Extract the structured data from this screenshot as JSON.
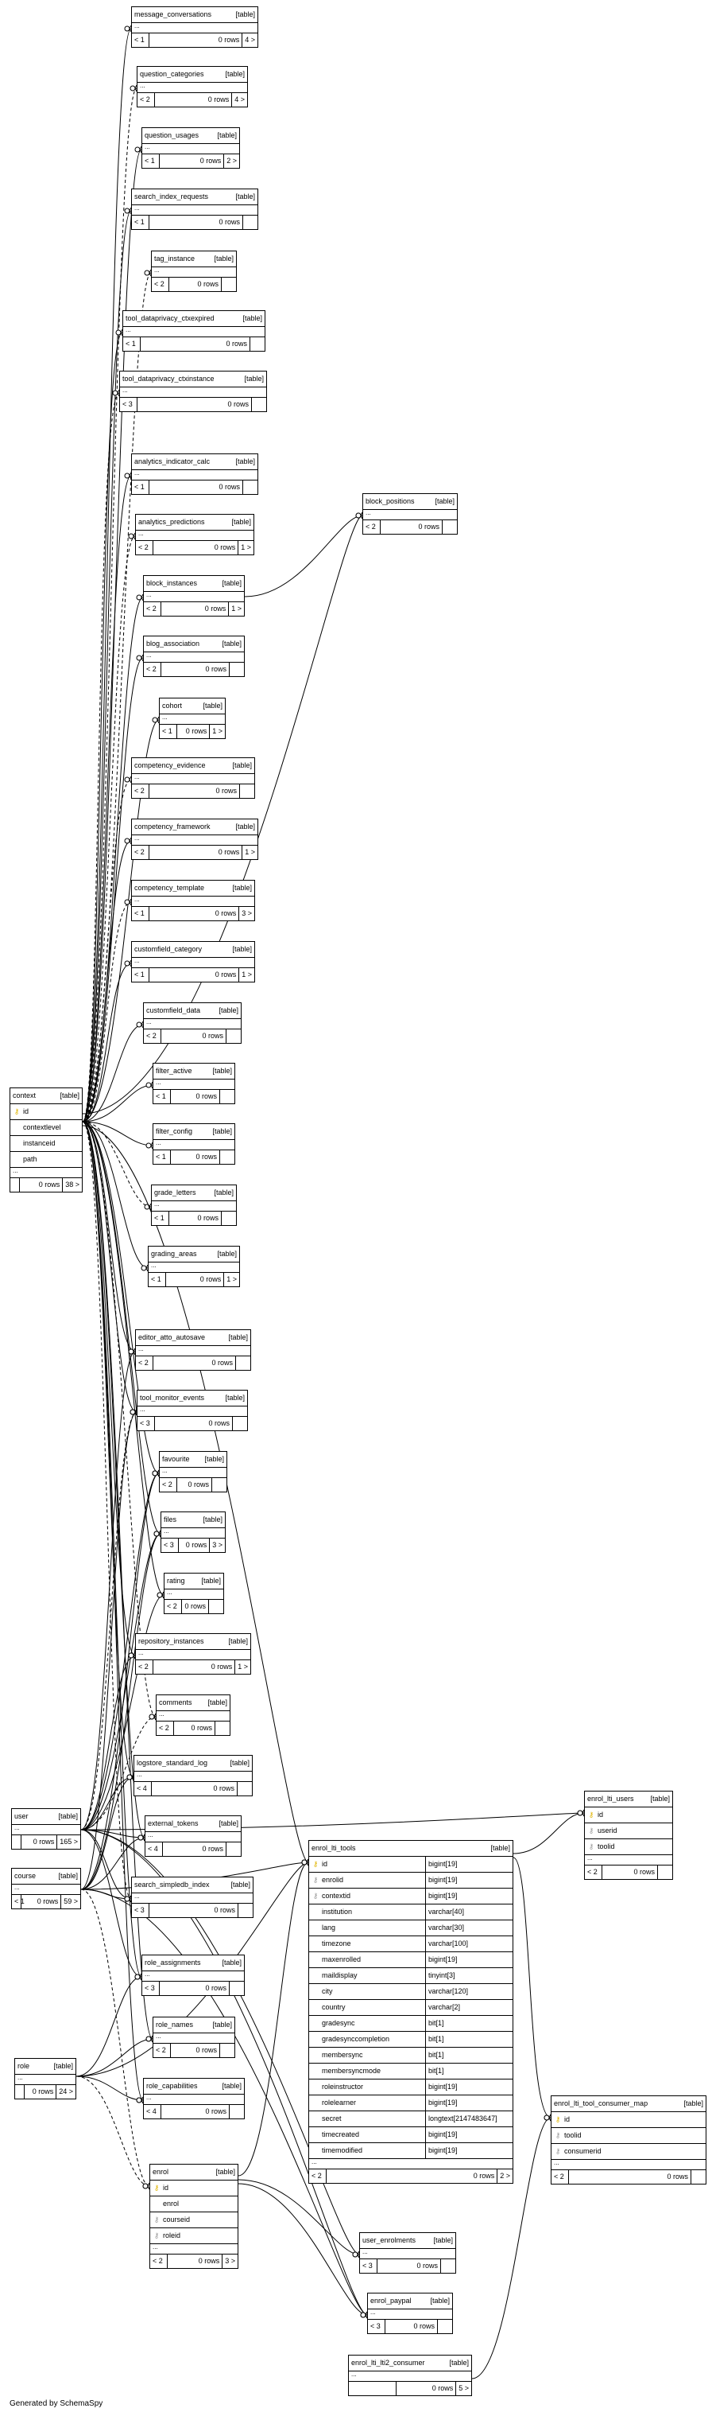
{
  "footer": "Generated by SchemaSpy",
  "tables": [
    {
      "name": "message_conversations",
      "label": "[table]",
      "rows": "0 rows",
      "parents": "< 1",
      "children": "4 >"
    },
    {
      "name": "question_categories",
      "label": "[table]",
      "rows": "0 rows",
      "parents": "< 2",
      "children": "4 >"
    },
    {
      "name": "question_usages",
      "label": "[table]",
      "rows": "0 rows",
      "parents": "< 1",
      "children": "2 >"
    },
    {
      "name": "search_index_requests",
      "label": "[table]",
      "rows": "0 rows",
      "parents": "< 1",
      "children": ""
    },
    {
      "name": "tag_instance",
      "label": "[table]",
      "rows": "0 rows",
      "parents": "< 2",
      "children": ""
    },
    {
      "name": "tool_dataprivacy_ctxexpired",
      "label": "[table]",
      "rows": "0 rows",
      "parents": "< 1",
      "children": ""
    },
    {
      "name": "tool_dataprivacy_ctxinstance",
      "label": "[table]",
      "rows": "0 rows",
      "parents": "< 3",
      "children": ""
    },
    {
      "name": "analytics_indicator_calc",
      "label": "[table]",
      "rows": "0 rows",
      "parents": "< 1",
      "children": ""
    },
    {
      "name": "analytics_predictions",
      "label": "[table]",
      "rows": "0 rows",
      "parents": "< 2",
      "children": "1 >"
    },
    {
      "name": "block_instances",
      "label": "[table]",
      "rows": "0 rows",
      "parents": "< 2",
      "children": "1 >"
    },
    {
      "name": "blog_association",
      "label": "[table]",
      "rows": "0 rows",
      "parents": "< 2",
      "children": ""
    },
    {
      "name": "cohort",
      "label": "[table]",
      "rows": "0 rows",
      "parents": "< 1",
      "children": "1 >"
    },
    {
      "name": "competency_evidence",
      "label": "[table]",
      "rows": "0 rows",
      "parents": "< 2",
      "children": ""
    },
    {
      "name": "competency_framework",
      "label": "[table]",
      "rows": "0 rows",
      "parents": "< 2",
      "children": "1 >"
    },
    {
      "name": "competency_template",
      "label": "[table]",
      "rows": "0 rows",
      "parents": "< 1",
      "children": "3 >"
    },
    {
      "name": "customfield_category",
      "label": "[table]",
      "rows": "0 rows",
      "parents": "< 1",
      "children": "1 >"
    },
    {
      "name": "customfield_data",
      "label": "[table]",
      "rows": "0 rows",
      "parents": "< 2",
      "children": ""
    },
    {
      "name": "filter_active",
      "label": "[table]",
      "rows": "0 rows",
      "parents": "< 1",
      "children": ""
    },
    {
      "name": "filter_config",
      "label": "[table]",
      "rows": "0 rows",
      "parents": "< 1",
      "children": ""
    },
    {
      "name": "grade_letters",
      "label": "[table]",
      "rows": "0 rows",
      "parents": "< 1",
      "children": ""
    },
    {
      "name": "grading_areas",
      "label": "[table]",
      "rows": "0 rows",
      "parents": "< 1",
      "children": "1 >"
    },
    {
      "name": "editor_atto_autosave",
      "label": "[table]",
      "rows": "0 rows",
      "parents": "< 2",
      "children": ""
    },
    {
      "name": "tool_monitor_events",
      "label": "[table]",
      "rows": "0 rows",
      "parents": "< 3",
      "children": ""
    },
    {
      "name": "favourite",
      "label": "[table]",
      "rows": "0 rows",
      "parents": "< 2",
      "children": ""
    },
    {
      "name": "files",
      "label": "[table]",
      "rows": "0 rows",
      "parents": "< 3",
      "children": "3 >"
    },
    {
      "name": "rating",
      "label": "[table]",
      "rows": "0 rows",
      "parents": "< 2",
      "children": ""
    },
    {
      "name": "repository_instances",
      "label": "[table]",
      "rows": "0 rows",
      "parents": "< 2",
      "children": "1 >"
    },
    {
      "name": "comments",
      "label": "[table]",
      "rows": "0 rows",
      "parents": "< 2",
      "children": ""
    },
    {
      "name": "logstore_standard_log",
      "label": "[table]",
      "rows": "0 rows",
      "parents": "< 4",
      "children": ""
    },
    {
      "name": "external_tokens",
      "label": "[table]",
      "rows": "0 rows",
      "parents": "< 4",
      "children": ""
    },
    {
      "name": "search_simpledb_index",
      "label": "[table]",
      "rows": "0 rows",
      "parents": "< 3",
      "children": ""
    },
    {
      "name": "role_assignments",
      "label": "[table]",
      "rows": "0 rows",
      "parents": "< 3",
      "children": ""
    },
    {
      "name": "role_names",
      "label": "[table]",
      "rows": "0 rows",
      "parents": "< 2",
      "children": ""
    },
    {
      "name": "role_capabilities",
      "label": "[table]",
      "rows": "0 rows",
      "parents": "< 4",
      "children": ""
    },
    {
      "name": "block_positions",
      "label": "[table]",
      "rows": "0 rows",
      "parents": "< 2",
      "children": ""
    },
    {
      "name": "user_enrolments",
      "label": "[table]",
      "rows": "0 rows",
      "parents": "< 3",
      "children": ""
    },
    {
      "name": "enrol_paypal",
      "label": "[table]",
      "rows": "0 rows",
      "parents": "< 3",
      "children": ""
    },
    {
      "name": "enrol_lti_lti2_consumer",
      "label": "[table]",
      "rows": "0 rows",
      "parents": "",
      "children": "5 >"
    },
    {
      "name": "context",
      "label": "[table]",
      "rows": "0 rows",
      "parents": "",
      "children": "38 >",
      "columns": [
        {
          "name": "id",
          "key": "pk"
        },
        {
          "name": "contextlevel",
          "key": ""
        },
        {
          "name": "instanceid",
          "key": ""
        },
        {
          "name": "path",
          "key": ""
        }
      ]
    },
    {
      "name": "user",
      "label": "[table]",
      "rows": "0 rows",
      "parents": "",
      "children": "165 >"
    },
    {
      "name": "course",
      "label": "[table]",
      "rows": "0 rows",
      "parents": "< 1",
      "children": "59 >"
    },
    {
      "name": "role",
      "label": "[table]",
      "rows": "0 rows",
      "parents": "",
      "children": "24 >"
    },
    {
      "name": "enrol",
      "label": "[table]",
      "rows": "0 rows",
      "parents": "< 2",
      "children": "3 >",
      "columns": [
        {
          "name": "id",
          "key": "pk"
        },
        {
          "name": "enrol",
          "key": ""
        },
        {
          "name": "courseid",
          "key": "fk"
        },
        {
          "name": "roleid",
          "key": "fk"
        }
      ]
    },
    {
      "name": "enrol_lti_users",
      "label": "[table]",
      "rows": "0 rows",
      "parents": "< 2",
      "children": "",
      "columns": [
        {
          "name": "id",
          "key": "pk"
        },
        {
          "name": "userid",
          "key": "fk"
        },
        {
          "name": "toolid",
          "key": "fk"
        }
      ]
    },
    {
      "name": "enrol_lti_tool_consumer_map",
      "label": "[table]",
      "rows": "0 rows",
      "parents": "< 2",
      "children": "",
      "columns": [
        {
          "name": "id",
          "key": "pk"
        },
        {
          "name": "toolid",
          "key": "fk"
        },
        {
          "name": "consumerid",
          "key": "fk"
        }
      ]
    },
    {
      "name": "enrol_lti_tools",
      "label": "[table]",
      "rows": "0 rows",
      "parents": "< 2",
      "children": "2 >",
      "columns": [
        {
          "name": "id",
          "type": "bigint[19]",
          "key": "pk"
        },
        {
          "name": "enrolid",
          "type": "bigint[19]",
          "key": "fk"
        },
        {
          "name": "contextid",
          "type": "bigint[19]",
          "key": "fk"
        },
        {
          "name": "institution",
          "type": "varchar[40]",
          "key": ""
        },
        {
          "name": "lang",
          "type": "varchar[30]",
          "key": ""
        },
        {
          "name": "timezone",
          "type": "varchar[100]",
          "key": ""
        },
        {
          "name": "maxenrolled",
          "type": "bigint[19]",
          "key": ""
        },
        {
          "name": "maildisplay",
          "type": "tinyint[3]",
          "key": ""
        },
        {
          "name": "city",
          "type": "varchar[120]",
          "key": ""
        },
        {
          "name": "country",
          "type": "varchar[2]",
          "key": ""
        },
        {
          "name": "gradesync",
          "type": "bit[1]",
          "key": ""
        },
        {
          "name": "gradesynccompletion",
          "type": "bit[1]",
          "key": ""
        },
        {
          "name": "membersync",
          "type": "bit[1]",
          "key": ""
        },
        {
          "name": "membersyncmode",
          "type": "bit[1]",
          "key": ""
        },
        {
          "name": "roleinstructor",
          "type": "bigint[19]",
          "key": ""
        },
        {
          "name": "rolelearner",
          "type": "bigint[19]",
          "key": ""
        },
        {
          "name": "secret",
          "type": "longtext[2147483647]",
          "key": ""
        },
        {
          "name": "timecreated",
          "type": "bigint[19]",
          "key": ""
        },
        {
          "name": "timemodified",
          "type": "bigint[19]",
          "key": ""
        }
      ]
    }
  ]
}
